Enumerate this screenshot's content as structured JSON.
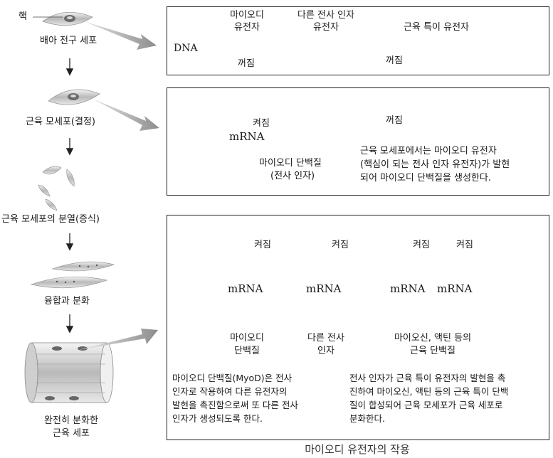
{
  "left": {
    "nucleus_label": "핵",
    "stage1": "배아 전구 세포",
    "stage2": "근육 모세포(결정)",
    "stage3": "근육 모세포의 분열(증식)",
    "stage4": "융합과 분화",
    "stage5_line1": "완전히 분화한",
    "stage5_line2": "근육 세포"
  },
  "panel1": {
    "dna_label": "DNA",
    "gene1_line1": "마이오디",
    "gene1_line2": "유전자",
    "gene2_line1": "다른 전사 인자",
    "gene2_line2": "유전자",
    "gene3": "근육 특이 유전자",
    "off1": "꺼짐",
    "off2": "꺼짐"
  },
  "panel2": {
    "on": "켜짐",
    "off": "꺼짐",
    "mrna": "mRNA",
    "protein_line1": "마이오디 단백질",
    "protein_line2": "(전사 인자)",
    "note_line1": "근육 모세포에서는 마이오디 유전자",
    "note_line2": "(핵심이 되는 전사 인자 유전자)가 발현",
    "note_line3": "되어 마이오디 단백질을 생성한다."
  },
  "panel3": {
    "on1": "켜짐",
    "on2": "켜짐",
    "on3": "켜짐",
    "on4": "켜짐",
    "mrna1": "mRNA",
    "mrna2": "mRNA",
    "mrna3": "mRNA",
    "mrna4": "mRNA",
    "prod1_line1": "마이오디",
    "prod1_line2": "단백질",
    "prod2_line1": "다른 전사",
    "prod2_line2": "인자",
    "prod3_line1": "마이오신, 액틴 등의",
    "prod3_line2": "근육 단백질",
    "desc_left_1": "마이오디 단백질(MyoD)은 전사",
    "desc_left_2": "인자로 작용하여 다른 유전자의",
    "desc_left_3": "발현을 촉진함으로써 또 다른 전사",
    "desc_left_4": "인자가 생성되도록 한다.",
    "desc_right_1": "전사 인자가 근육 특이 유전자의 발현을 촉",
    "desc_right_2": "진하여 마이오신, 액틴 등의 근육 특이 단백",
    "desc_right_3": "질이 합성되어 근육 모세포가 근육 세포로",
    "desc_right_4": "분화한다."
  },
  "caption": "마이오디 유전자의 작용",
  "colors": {
    "gene_dark": "#303030",
    "gene_mid": "#6e6e6e",
    "gene_light": "#bdbdbd",
    "dna": "#d3d3d3",
    "arrow": "#8a8a8a"
  }
}
